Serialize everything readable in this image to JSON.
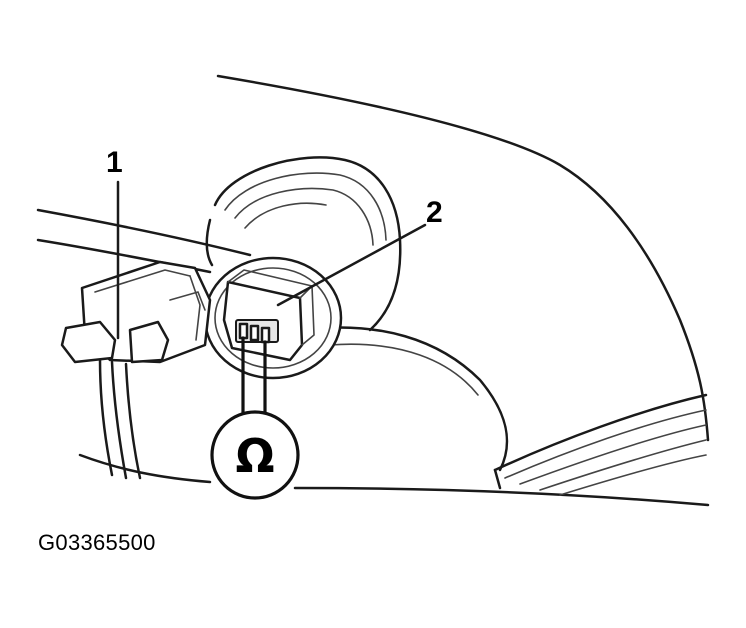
{
  "callouts": {
    "label_1": "1",
    "label_2": "2"
  },
  "meter": {
    "symbol": "Ω",
    "icon": "ohmmeter-icon"
  },
  "figure_code": "G03365500"
}
